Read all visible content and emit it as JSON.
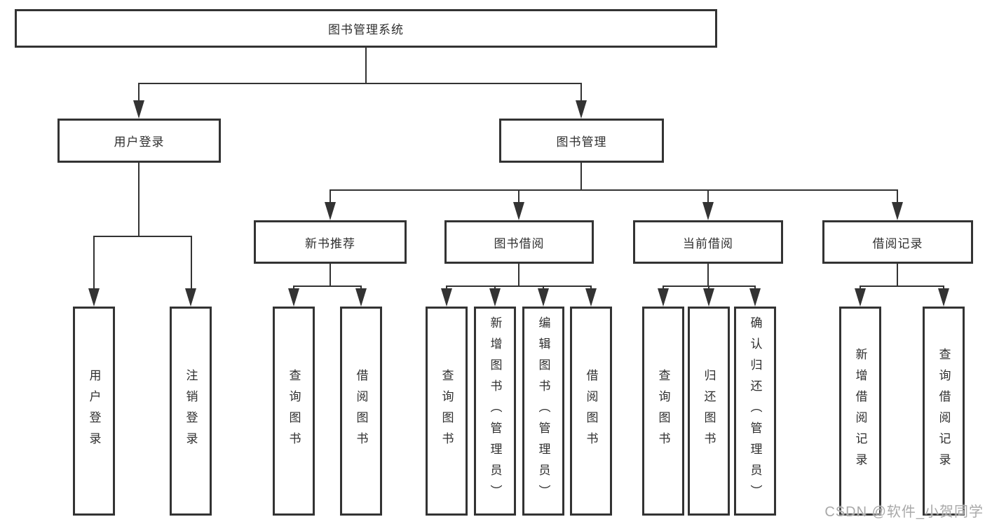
{
  "nodes": {
    "root": "图书管理系统",
    "level2": [
      "用户登录",
      "图书管理"
    ],
    "level3": [
      "新书推荐",
      "图书借阅",
      "当前借阅",
      "借阅记录"
    ],
    "level4": [
      "用户登录",
      "注销登录",
      "查询图书",
      "借阅图书",
      "查询图书",
      "新增图书（管理员）",
      "编辑图书（管理员）",
      "借阅图书",
      "查询图书",
      "归还图书",
      "确认归还（管理员）",
      "新增借阅记录",
      "查询借阅记录"
    ]
  },
  "hierarchy": {
    "图书管理系统": [
      "用户登录",
      "图书管理"
    ],
    "用户登录": [
      "用户登录",
      "注销登录"
    ],
    "图书管理": [
      "新书推荐",
      "图书借阅",
      "当前借阅",
      "借阅记录"
    ],
    "新书推荐": [
      "查询图书",
      "借阅图书"
    ],
    "图书借阅": [
      "查询图书",
      "新增图书（管理员）",
      "编辑图书（管理员）",
      "借阅图书"
    ],
    "当前借阅": [
      "查询图书",
      "归还图书",
      "确认归还（管理员）"
    ],
    "借阅记录": [
      "新增借阅记录",
      "查询借阅记录"
    ]
  },
  "watermark": "CSDN @软件_小贺同学",
  "colors": {
    "line": "#333333",
    "box_border": "#333333",
    "box_fill": "#ffffff",
    "text": "#2f2f2f",
    "watermark": "#a9a9a9",
    "background": "#ffffff"
  }
}
